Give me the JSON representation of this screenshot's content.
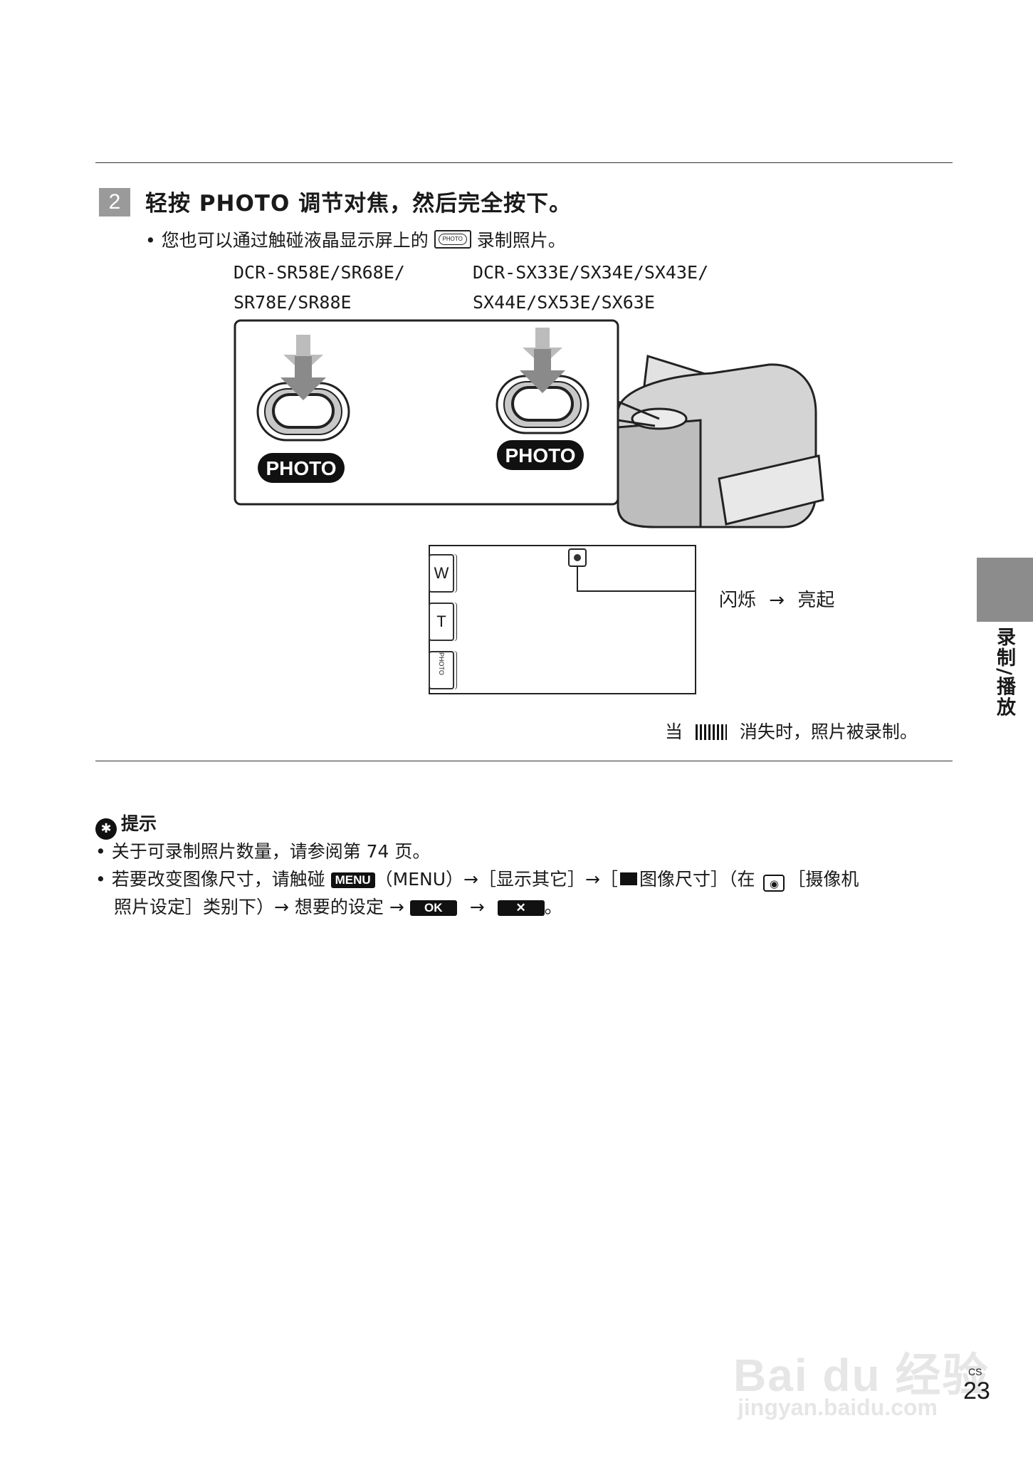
{
  "step": {
    "number": "2",
    "title": "轻按 PHOTO 调节对焦，然后完全按下。",
    "bullet_before": "您也可以通过触碰液晶显示屏上的",
    "bullet_icon_label": "PHOTO",
    "bullet_after": "录制照片。"
  },
  "models": {
    "left_line1": "DCR-SR58E/SR68E/",
    "left_line2": "SR78E/SR88E",
    "right_line1": "DCR-SX33E/SX34E/SX43E/",
    "right_line2": "SX44E/SX53E/SX63E"
  },
  "illustration": {
    "button_label_left": "PHOTO",
    "button_label_right": "PHOTO"
  },
  "screen": {
    "btn_w": "W",
    "btn_t": "T",
    "btn_photo": "PHOTO",
    "callout_from": "闪烁",
    "callout_arrow": "→",
    "callout_to": "亮起"
  },
  "caption": {
    "before": "当",
    "after": "消失时，照片被录制。"
  },
  "hints": {
    "heading": "提示",
    "item1": "关于可录制照片数量，请参阅第 74 页。",
    "item2_a": "若要改变图像尺寸，请触碰",
    "menu_key": "MENU",
    "item2_b": "（MENU）→［显示其它］→［",
    "item2_c": "图像尺寸］（在",
    "item2_d": "［摄像机",
    "item2_e": "照片设定］类别下）→ 想要的设定 →",
    "ok_key": "OK",
    "arrow": "→",
    "close_key": "✕",
    "item2_end": "。"
  },
  "side_tab_label": "录制/播放",
  "page": {
    "number": "23",
    "lang": "CS"
  },
  "watermark": {
    "brand": "Bai du 经验",
    "url": "jingyan.baidu.com"
  }
}
